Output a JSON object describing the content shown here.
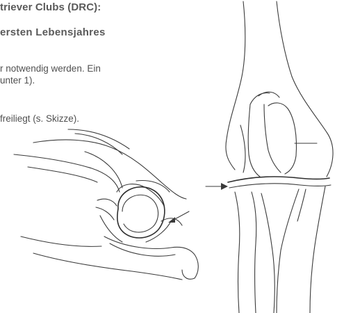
{
  "document": {
    "heading_line_1": "triever Clubs (DRC):",
    "heading_line_2": "ersten Lebensjahres",
    "body_line_1": "r notwendig werden. Ein",
    "body_line_2": "unter 1).",
    "body_line_3": "freiliegt (s. Skizze)."
  },
  "illustrations": [
    {
      "name": "elbow-lateral-sketch",
      "view": "side"
    },
    {
      "name": "elbow-frontal-sketch",
      "view": "front"
    }
  ],
  "colors": {
    "text": "#505050",
    "line_art": "#3a3a3a",
    "background": "#ffffff"
  }
}
